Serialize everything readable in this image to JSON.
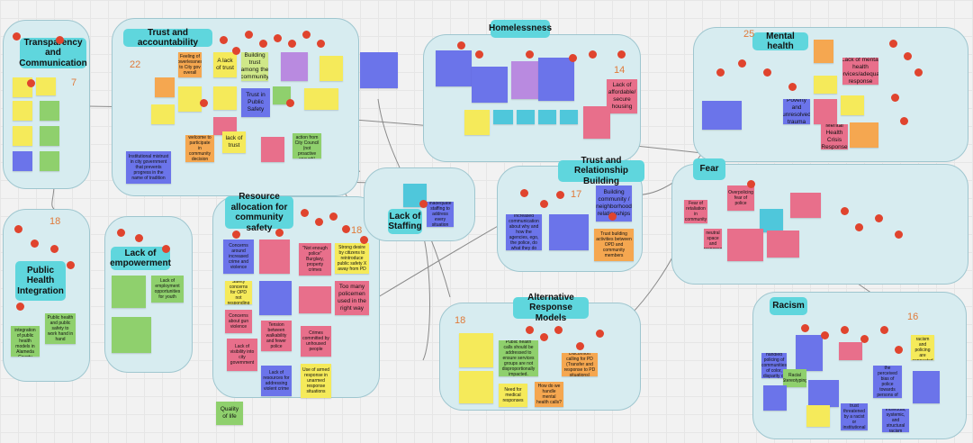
{
  "clusters": {
    "transparency": {
      "title": "Transparency and Communication",
      "count": "7"
    },
    "trust": {
      "title": "Trust and accountability",
      "count": "22"
    },
    "homelessness": {
      "title": "Homelessness",
      "count": "14"
    },
    "mental_health": {
      "title": "Mental health",
      "count": "25"
    },
    "public_health": {
      "title": "Public Health Integration",
      "count": "18"
    },
    "empowerment": {
      "title": "Lack of empowerment"
    },
    "resource": {
      "title": "Resource allocation for community safety",
      "count": "18"
    },
    "staffing": {
      "title": "Lack of Staffing"
    },
    "trust_rel": {
      "title": "Trust and Relationship Building",
      "count": "17"
    },
    "fear": {
      "title": "Fear"
    },
    "alternative": {
      "title": "Alternative Response Models",
      "count": "18"
    },
    "racism": {
      "title": "Racism",
      "count": "16"
    }
  },
  "notes": {
    "t1": "A lack of trust",
    "t2": "Building trust among the community",
    "t3": "Trust in Public Safety",
    "t4": "lack of trust",
    "t5": "Not feeling welcome to participate in community decision making",
    "t6": "Institutional mistrust in city government that prevents progress in the name of tradition",
    "t7": "Lack of action from City Council (not proactive enough)",
    "t8": "Feeling of powerlessness to City gov overall",
    "h1": "Lack of affordable/ secure housing",
    "m1": "Mental Health Crisis Response",
    "m2": "Poverty and unresolved trauma",
    "m3": "Lack of mental health services/adequate response",
    "ph1": "Public health and public safety to work hand in hand",
    "ph2": "Lack of integration of public health models in Alameda County",
    "e1": "Lack of employment opportunities for youth",
    "r1": "Concerns around increased crime and violence",
    "r2": "Too many policemen used in the right way",
    "r3": "Crimes committed by unhoused people",
    "r4": "Concerns about gun violence",
    "r5": "Lack of visibility into city government",
    "r6": "Lack of resources for addressing violent crime",
    "r7": "Tension between walkability and fewer police",
    "r8": "Safety concerns for OPD not responding",
    "r9": "Use of armed response in unarmed response situations",
    "r10": "\"Not enough police\" Burglary, property crimes",
    "r11": "Strong desire by citizens to reintroduce public safety X away from PD",
    "r12": "Quality of life",
    "s1": "Inadequate staffing to address every situation",
    "tr1": "Building community / neighborhood relationships",
    "tr2": "Trust building activities between OPD and community members",
    "tr3": "Increased communication about why and how the agencies, ego, the police, do what they do",
    "a1": "Public health calls should be addressed to ensure services groups are not disproportionally impacted.",
    "a2": "Discomfort calling for PD (Transfer and response to PD situations)",
    "a3": "Need for medical responses",
    "a4": "How do we handle mental health calls?",
    "ra1": "Mostly handled policing of communities of color, disparity of arrests",
    "ra2": "Lack of trust threatened by a racist or institutional system",
    "ra3": "Addressing the perceived bias of police towards persons of color",
    "ra4": "Individual, systemic, and structural racism",
    "ra5": "Belief that racism and policing are connected",
    "ra6": "Racial Stereotyping",
    "f1": "Overpolicing fear of police",
    "f2": "Fear of retaliation in community",
    "f3": "Lack of neutral space and response"
  }
}
